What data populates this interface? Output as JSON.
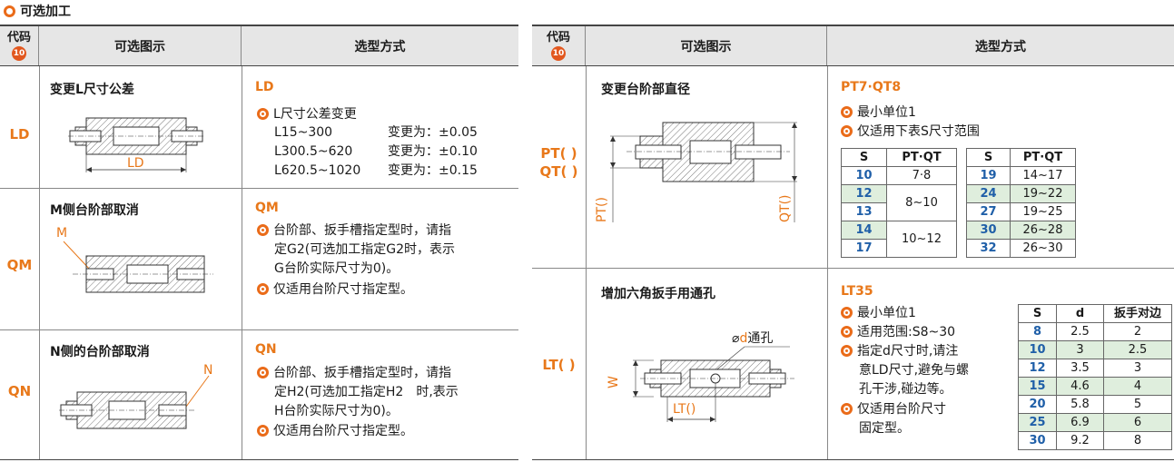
{
  "section": {
    "title": "可选加工"
  },
  "left": {
    "headers": {
      "code": "代码",
      "badge": "10",
      "figure": "可选图示",
      "method": "选型方式"
    },
    "rows": [
      {
        "code": "LD",
        "title": "变更L尺寸公差",
        "figure_label": "LD",
        "option": "LD",
        "bullet": "L尺寸公差变更",
        "ranges": [
          {
            "range": "L15~300",
            "change": "变更为：±0.05"
          },
          {
            "range": "L300.5~620",
            "change": "变更为：±0.10"
          },
          {
            "range": "L620.5~1020",
            "change": "变更为：±0.15"
          }
        ]
      },
      {
        "code": "QM",
        "title": "M侧台阶部取消",
        "figure_label": "M",
        "option": "QM",
        "bullets": [
          "台阶部、扳手槽指定型时，请指定G2(可选加工指定G2时，表示G台阶实际尺寸为0)。",
          "仅适用台阶尺寸指定型。"
        ],
        "b1_lines": [
          "台阶部、扳手槽指定型时，请指",
          "定G2(可选加工指定G2时，表示",
          "G台阶实际尺寸为0)。"
        ],
        "b2": "仅适用台阶尺寸指定型。"
      },
      {
        "code": "QN",
        "title": "N侧的台阶部取消",
        "figure_label": "N",
        "option": "QN",
        "b1_lines": [
          "台阶部、扳手槽指定型时，请指",
          "定H2(可选加工指定H2　时,表示",
          "H台阶实际尺寸为0)。"
        ],
        "b2": "仅适用台阶尺寸指定型。"
      }
    ]
  },
  "right": {
    "headers": {
      "code": "代码",
      "badge": "10",
      "figure": "可选图示",
      "method": "选型方式"
    },
    "pt": {
      "code1": "PT( )",
      "code2": "QT( )",
      "title": "变更台阶部直径",
      "option": "PT7·QT8",
      "b1": "最小单位1",
      "b2": "仅适用下表S尺寸范围",
      "fig_left": "PT()",
      "fig_right": "QT()",
      "table_headers": [
        "S",
        "PT·QT"
      ],
      "table1": [
        {
          "s": "10",
          "v": "7·8"
        },
        {
          "s": "12",
          "v": "8~10"
        },
        {
          "s": "13",
          "v": ""
        },
        {
          "s": "14",
          "v": "10~12"
        },
        {
          "s": "17",
          "v": ""
        }
      ],
      "table2": [
        {
          "s": "19",
          "v": "14~17"
        },
        {
          "s": "24",
          "v": "19~22"
        },
        {
          "s": "27",
          "v": "19~25"
        },
        {
          "s": "30",
          "v": "26~28"
        },
        {
          "s": "32",
          "v": "26~30"
        }
      ]
    },
    "lt": {
      "code": "LT( )",
      "title": "增加六角扳手用通孔",
      "option": "LT35",
      "b1": "最小单位1",
      "b2": "适用范围:S8~30",
      "b3_lines": [
        "指定d尺寸时,请注",
        "意LD尺寸,避免与螺",
        "孔干涉,碰边等。"
      ],
      "b4_lines": [
        "仅适用台阶尺寸",
        "固定型。"
      ],
      "hole_label_prefix": "⌀",
      "hole_label_d": "d",
      "hole_label_suffix": "通孔",
      "fig_w": "W",
      "fig_lt": "LT()",
      "table_headers": [
        "S",
        "d",
        "扳手对边"
      ],
      "table": [
        {
          "s": "8",
          "d": "2.5",
          "w": "2"
        },
        {
          "s": "10",
          "d": "3",
          "w": "2.5"
        },
        {
          "s": "12",
          "d": "3.5",
          "w": "3"
        },
        {
          "s": "15",
          "d": "4.6",
          "w": "4"
        },
        {
          "s": "20",
          "d": "5.8",
          "w": "5"
        },
        {
          "s": "25",
          "d": "6.9",
          "w": "6"
        },
        {
          "s": "30",
          "d": "9.2",
          "w": "8"
        }
      ]
    }
  },
  "colors": {
    "accent": "#e8781a",
    "header_bg": "#e6e6e6",
    "table_highlight": "#dfeedd",
    "s_blue": "#1f5fa8"
  }
}
